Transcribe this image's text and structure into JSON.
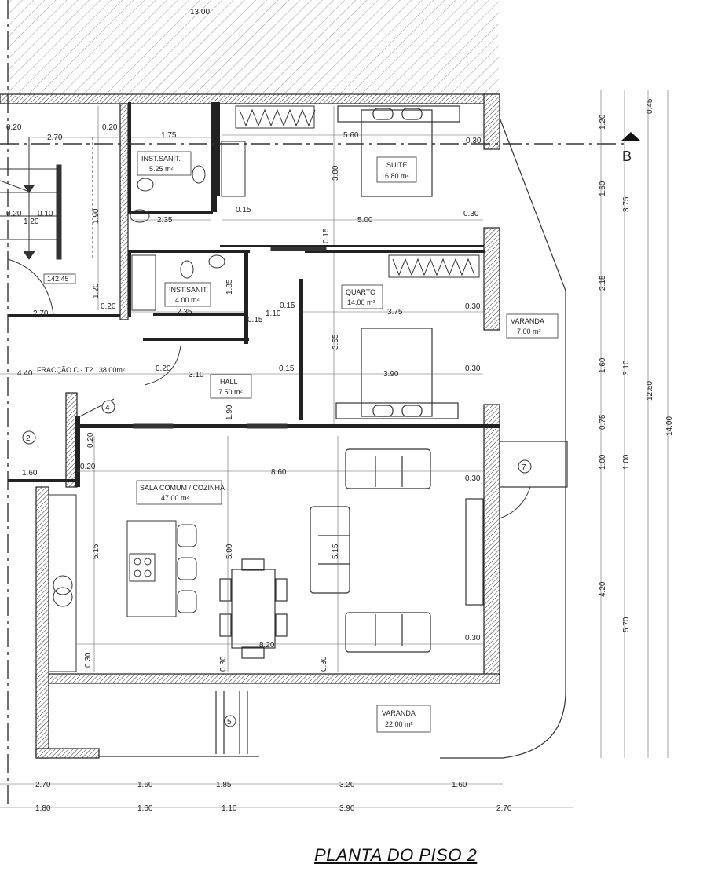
{
  "title": "PLANTA DO PISO 2",
  "section_marker": "B",
  "rooms": [
    {
      "name": "INST.SANIT.",
      "area": "5.25 m²"
    },
    {
      "name": "SUITE",
      "area": "16.80 m²"
    },
    {
      "name": "INST.SANIT.",
      "area": "4.00 m²"
    },
    {
      "name": "QUARTO",
      "area": "14.00 m²"
    },
    {
      "name": "HALL",
      "area": "7.50 m²"
    },
    {
      "name": "VARANDA",
      "area": "7.00 m²"
    },
    {
      "name": "SALA COMUM / COZINHA",
      "area": "47.00 m²"
    },
    {
      "name": "VARANDA",
      "area": "22.00 m²"
    }
  ],
  "fracao_label": "FRACÇÃO C - T2 138.00m²",
  "stair_label": "142.45",
  "markers": [
    "2",
    "4",
    "5",
    "7"
  ],
  "top_dim": "13.00",
  "interior_dims": {
    "d_020a": "0.20",
    "d_270a": "2.70",
    "d_020b": "0.20",
    "d_175": "1.75",
    "d_560": "5.60",
    "d_030a": "0.30",
    "d_300": "3.00",
    "d_235a": "2.35",
    "d_500": "5.00",
    "d_030b": "0.30",
    "d_015a": "0.15",
    "d_015b": "0.15",
    "d_235b": "2.35",
    "d_185": "1.85",
    "d_110": "1.10",
    "d_015c": "0.15",
    "d_375": "3.75",
    "d_030c": "0.30",
    "d_355": "3.55",
    "d_390": "3.90",
    "d_030d": "0.30",
    "d_310": "3.10",
    "d_020c": "0.20",
    "d_190": "1.90",
    "d_015d": "0.15",
    "d_015e": "0.15",
    "d_860": "8.60",
    "d_030e": "0.30",
    "d_515a": "5.15",
    "d_500b": "5.00",
    "d_515b": "5.15",
    "d_820": "8.20",
    "d_030f": "0.30",
    "d_030g": "0.30",
    "d_030h": "0.30",
    "d_030i": "0.30",
    "d_020d": "0.20",
    "d_020e": "0.20",
    "d_270b": "2.70",
    "d_120a": "1.20",
    "d_010": "0.10",
    "d_120b": "1.20",
    "d_190b": "1.90",
    "d_020f": "0.20",
    "d_440": "4.40",
    "d_160a": "1.60",
    "d_020g": "0.20"
  },
  "right_dims": {
    "r_120": "1.20",
    "r_045": "0.45",
    "r_160": "1.60",
    "r_375": "3.75",
    "r_215": "2.15",
    "r_160b": "1.60",
    "r_310": "3.10",
    "r_075": "0.75",
    "r_100a": "1.00",
    "r_100b": "1.00",
    "r_1250": "12.50",
    "r_1400": "14.00",
    "r_420": "4.20",
    "r_570": "5.70"
  },
  "bottom_dims_row1": [
    "2.70",
    "1.60",
    "1.85",
    "3.20",
    "1.60"
  ],
  "bottom_dims_row2": [
    "1.80",
    "1.60",
    "1.10",
    "3.90",
    "2.70"
  ]
}
